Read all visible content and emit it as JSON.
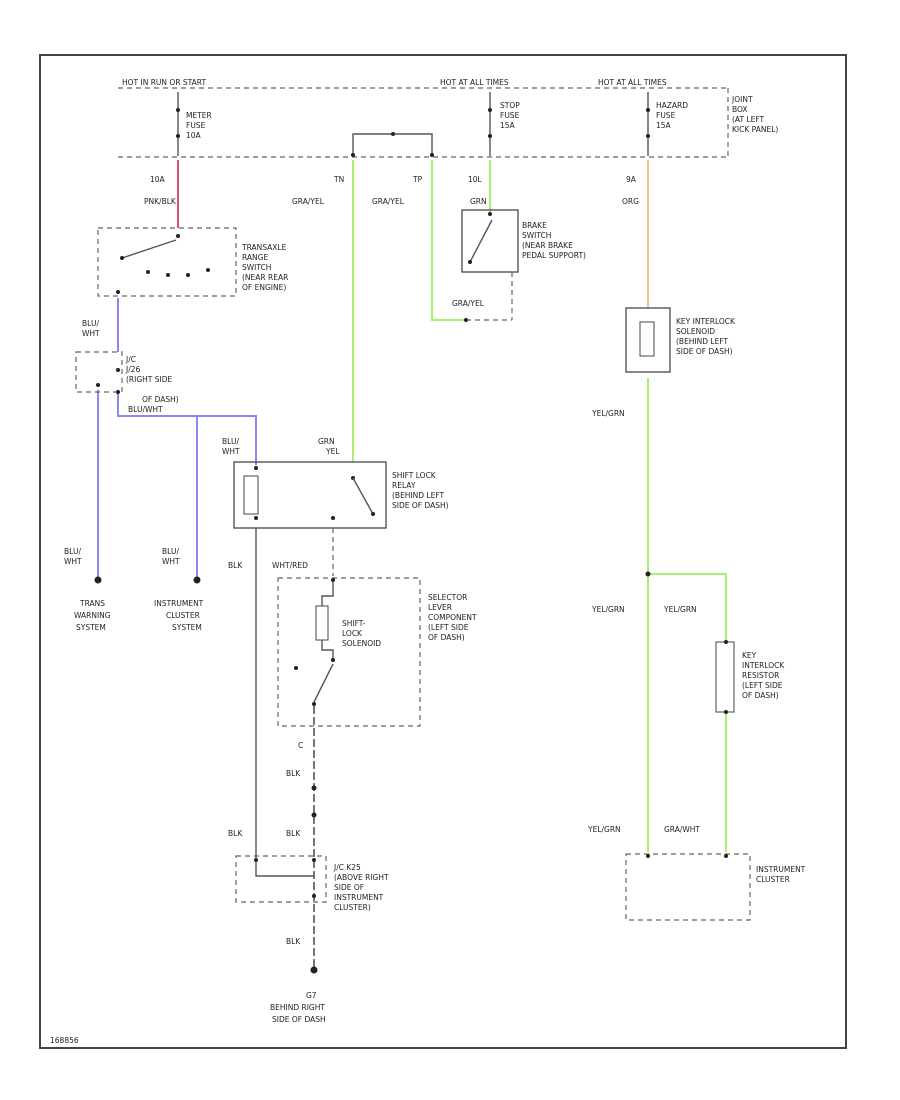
{
  "colors": {
    "frame": "#444444",
    "wire_pnk_blk": "#e05070",
    "wire_blu": "#8888ee",
    "wire_green": "#a8f070",
    "wire_org": "#f5c090",
    "wire_default": "#555555"
  },
  "header": {
    "bus_left": "HOT IN RUN OR START",
    "bus_mid": "HOT AT ALL TIMES",
    "bus_right": "HOT AT ALL TIMES"
  },
  "fuses": {
    "meter": [
      "METER",
      "FUSE",
      "10A"
    ],
    "stop": [
      "STOP",
      "FUSE",
      "15A"
    ],
    "hazard": [
      "HAZARD",
      "FUSE",
      "15A"
    ],
    "box": [
      "JOINT",
      "BOX",
      "(AT LEFT",
      "KICK PANEL)"
    ]
  },
  "pins": {
    "meter": "10A",
    "tn": "TN",
    "tp": "TP",
    "stop": "10L",
    "hazard": "9A"
  },
  "wires": {
    "pnk_blk": "PNK/BLK",
    "gra_yel_1": "GRA/YEL",
    "gra_yel_2": "GRA/YEL",
    "grn": "GRN",
    "org": "ORG",
    "gra_yel_3": "GRA/YEL",
    "blu_wht_1": "BLU/",
    "blu_wht_1b": "WHT",
    "blu_wht_2": "BLU/WHT",
    "blu_wht_3": "BLU/",
    "blu_wht_3b": "WHT",
    "grn_2": "GRN",
    "yel_1": "YEL",
    "blk_1": "BLK",
    "wht_red": "WHT/RED",
    "blu_wht_4": "BLU/",
    "blu_wht_4b": "WHT",
    "blu_wht_5": "BLU/",
    "blu_wht_5b": "WHT",
    "yel_grn_1": "YEL/GRN",
    "yel_grn_2": "YEL/GRN",
    "yel_grn_3": "YEL/GRN",
    "yel_grn_4": "YEL/GRN",
    "gra_wht": "GRA/WHT",
    "blk_2": "BLK",
    "blk_3": "BLK",
    "blk_4": "BLK",
    "blk_5": "BLK"
  },
  "components": {
    "transaxle": [
      "TRANSAXLE",
      "RANGE",
      "SWITCH",
      "(NEAR REAR",
      "OF ENGINE)"
    ],
    "brake": [
      "BRAKE",
      "SWITCH",
      "(NEAR BRAKE",
      "PEDAL SUPPORT)"
    ],
    "key_solenoid": [
      "KEY INTERLOCK",
      "SOLENOID",
      "(BEHIND LEFT",
      "SIDE OF DASH)"
    ],
    "junction_1": [
      "J/C",
      "J/26",
      "(RIGHT SIDE",
      "OF DASH)"
    ],
    "shift_relay": [
      "SHIFT LOCK",
      "RELAY",
      "(BEHIND LEFT",
      "SIDE OF DASH)"
    ],
    "selector": [
      "SELECTOR",
      "LEVER",
      "COMPONENT",
      "(LEFT SIDE",
      "OF DASH)"
    ],
    "shift_solenoid": [
      "SHIFT-",
      "LOCK",
      "SOLENOID"
    ],
    "key_resistor": [
      "KEY",
      "INTERLOCK",
      "RESISTOR",
      "(LEFT SIDE",
      "OF DASH)"
    ],
    "junction_2": [
      "J/C K25",
      "(ABOVE RIGHT",
      "SIDE OF",
      "INSTRUMENT",
      "CLUSTER)"
    ],
    "cluster": [
      "INSTRUMENT",
      "CLUSTER"
    ],
    "trans_warning": [
      "TRANS",
      "WARNING",
      "SYSTEM"
    ],
    "cluster_system": [
      "INSTRUMENT",
      "CLUSTER",
      "SYSTEM"
    ],
    "ground": [
      "G7",
      "BEHIND RIGHT",
      "SIDE OF DASH"
    ]
  },
  "misc": {
    "c_label": "C",
    "corner_id": "168856"
  }
}
